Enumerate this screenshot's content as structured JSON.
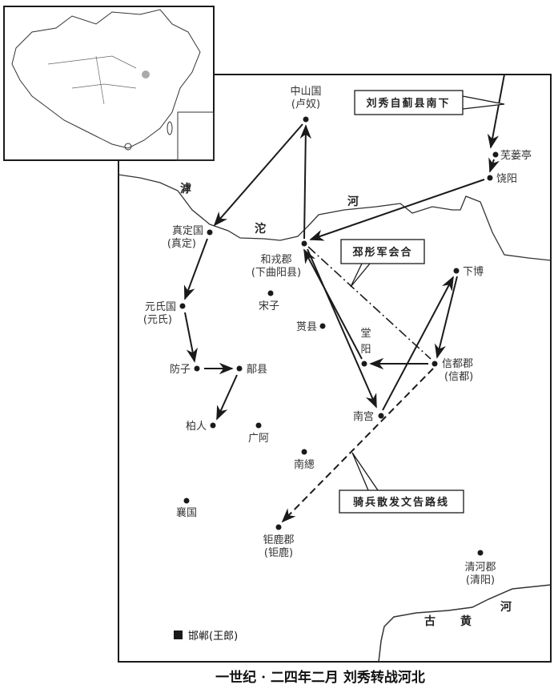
{
  "title": "一世纪 · 二四年二月   刘秀转战河北",
  "callouts": {
    "south_march": "刘秀自蓟县南下",
    "meet_pitong": "邳彤军会合",
    "cavalry_route": "骑兵散发文告路线"
  },
  "rivers": {
    "hutuo": [
      "滹",
      "沱",
      "河"
    ],
    "old_yellow": [
      "古",
      "黄",
      "河"
    ]
  },
  "places": {
    "zhongshan": [
      "中山国",
      "(卢奴)"
    ],
    "wulouting": "芜蒌亭",
    "raoyang": "饶阳",
    "zhending": [
      "真定国",
      "(真定)"
    ],
    "herong": [
      "和戎郡",
      "(下曲阳县)"
    ],
    "xiabo": "下博",
    "songzi": "宋子",
    "yuanshi": [
      "元氏国",
      "(元氏)"
    ],
    "shixian": "贳县",
    "tangyang": [
      "堂",
      "阳"
    ],
    "xindu": [
      "信都郡",
      "(信都)"
    ],
    "fangzi": "防子",
    "haoxian": "鄗县",
    "nangong": "南宫",
    "boren": "柏人",
    "guange": "广阿",
    "nanluan": "南繱",
    "xiangguo": "襄国",
    "julu": [
      "钜鹿郡",
      "(钜鹿)"
    ],
    "qinghe": [
      "清河郡",
      "(清阳)"
    ],
    "handan": "邯郸(王郎)"
  },
  "colors": {
    "ink": "#1a1a1a",
    "inset_highlight": "#aaaaaa"
  }
}
